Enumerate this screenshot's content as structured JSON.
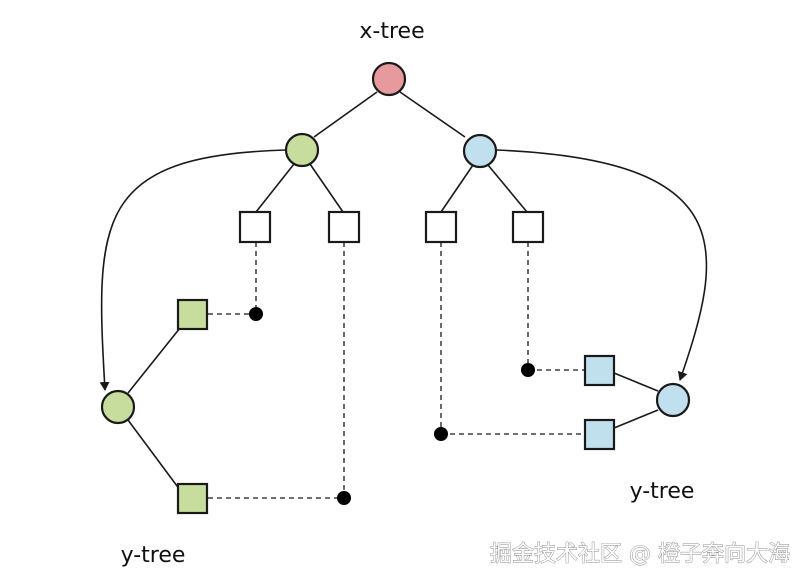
{
  "labels": {
    "x_tree": "x-tree",
    "y_tree_left": "y-tree",
    "y_tree_right": "y-tree"
  },
  "watermark": "掘金技术社区 @ 橙子奔向大海",
  "colors": {
    "x_root": "#e79a9d",
    "x_left_child": "#c6dd9e",
    "x_right_child": "#bfe0ec",
    "y_left_nodes": "#c6dd9e",
    "y_right_nodes": "#bfe0ec",
    "leaf": "#ffffff",
    "stroke": "#1a1a1a"
  }
}
